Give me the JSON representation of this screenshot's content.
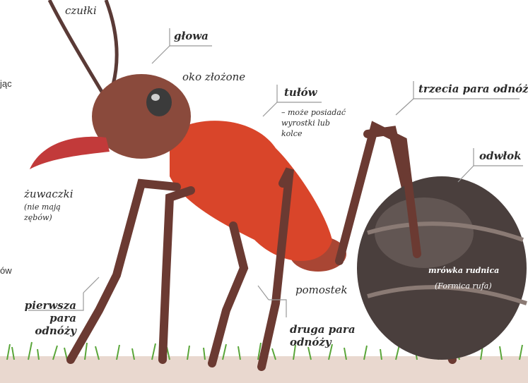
{
  "labels": {
    "czulki": "czułki",
    "glowa": "głowa",
    "oko": "oko złożone",
    "tulow": "tułów",
    "tulow_note": [
      "– może posiadać",
      "wyrostki lub",
      "kolce"
    ],
    "trzecia": "trzecia para odnóży",
    "odwlok": "odwłok",
    "zuwaczki": "żuwaczki",
    "zuwaczki_note": [
      "(nie mają",
      "zębów)"
    ],
    "pierwsza": [
      "pierwsza",
      "para odnóży"
    ],
    "pomostek": "pomostek",
    "druga": [
      "druga para",
      "odnóży"
    ],
    "species": "mrówka rudnica",
    "species_latin": "(Formica rufa)"
  },
  "cut_text": {
    "left_top": "jąc",
    "left_bottom": "ów"
  },
  "colors": {
    "thorax": "#d9452a",
    "head": "#8a4a3c",
    "abdomen": "#4a3f3d",
    "legs": "#6b3a32",
    "grass": "#5aa63a",
    "leader": "#999999"
  }
}
